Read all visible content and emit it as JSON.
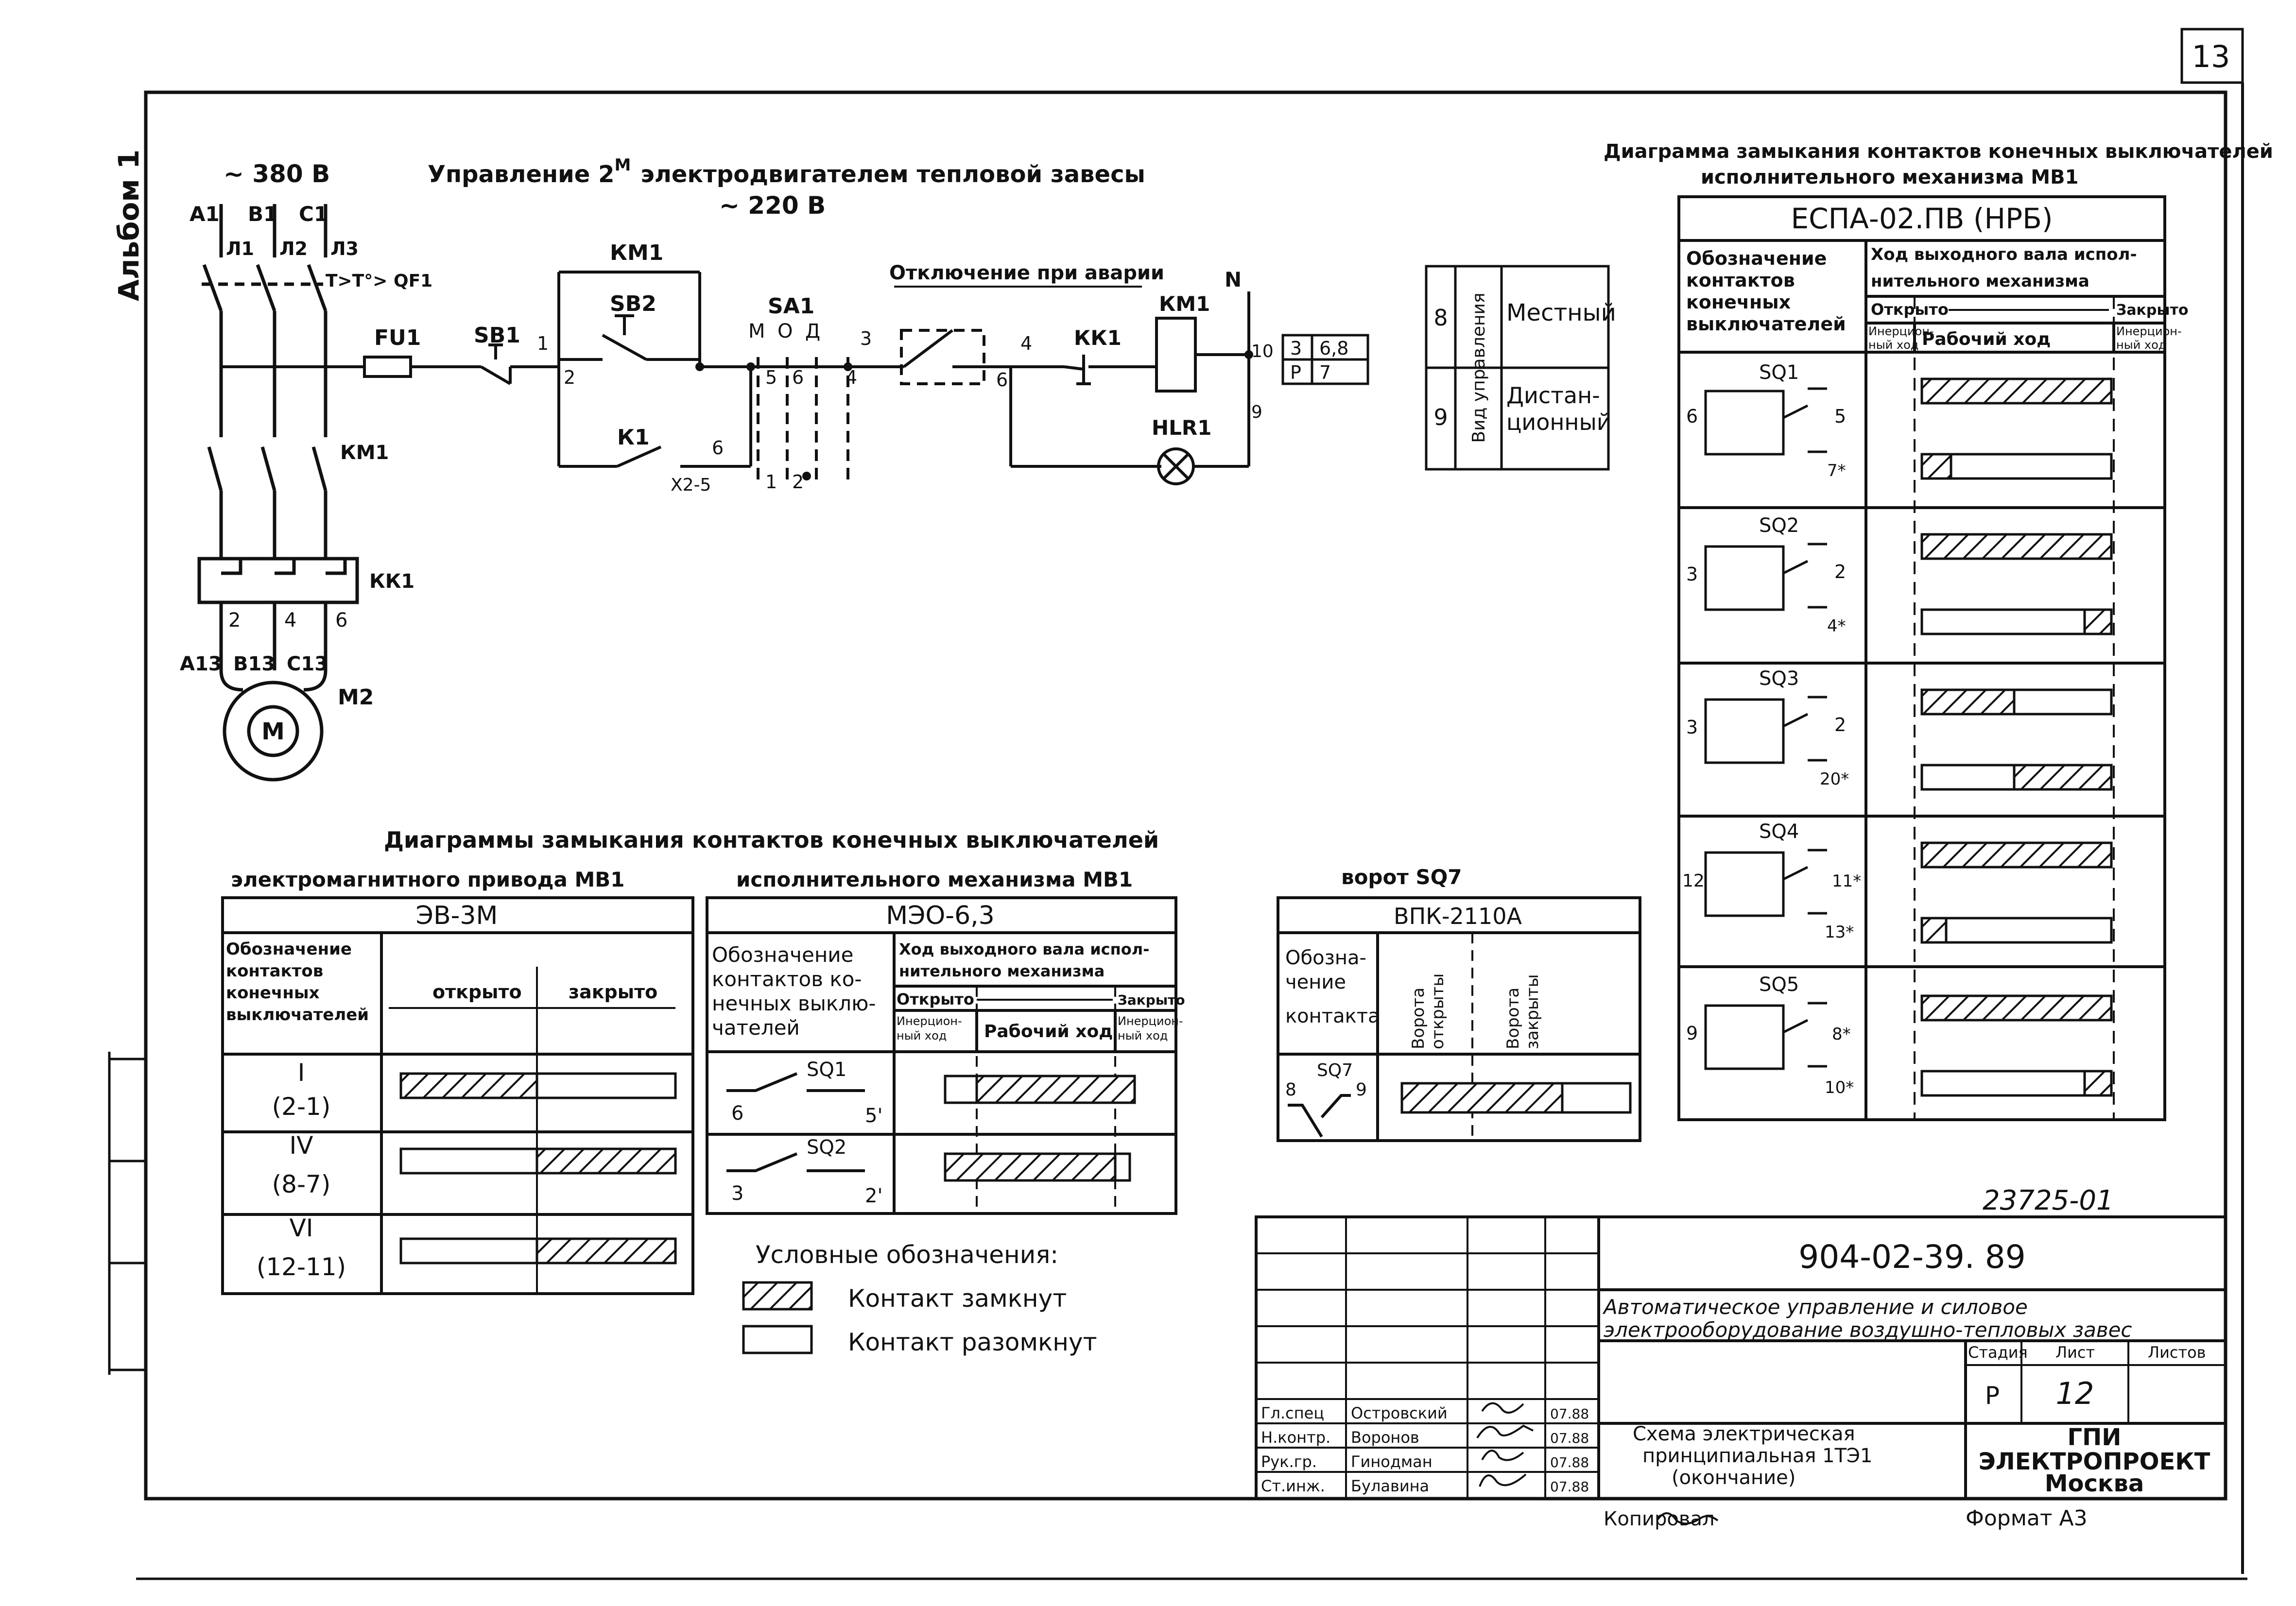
{
  "page_number": "13",
  "album": "Альбом 1",
  "scheme": {
    "voltage_380": "~ 380 В",
    "voltage_220": "~ 220 В",
    "title": "Управление 2",
    "title_sup": "М",
    "title_rest": "электродвигателем тепловой завесы",
    "phases_top": [
      "А1",
      "В1",
      "С1"
    ],
    "phases_l": [
      "Л1",
      "Л2",
      "Л3"
    ],
    "qf_label": "Т>Т°> QF1",
    "fu": "FU1",
    "sb1": "SB1",
    "sb2": "SB2",
    "km1_top": "КМ1",
    "km1_coil": "КМ1",
    "km1_main": "КМ1",
    "k1": "К1",
    "x2": "Х2-5",
    "sa1": "SA1",
    "sa1_pos": "М  О  Д",
    "sa1_terms": [
      "5",
      "6",
      "4"
    ],
    "sa1_bottom": [
      "1",
      "2"
    ],
    "nodes": [
      "1",
      "2",
      "3",
      "4",
      "6",
      "10",
      "9"
    ],
    "node6b": "6",
    "fault_label": "Отключение при аварии",
    "kk1": "КК1",
    "kk1_main": "КК1",
    "kk_terms": [
      "2",
      "4",
      "6"
    ],
    "n_label": "N",
    "hlr1": "HLR1",
    "motor_leads": [
      "А13",
      "В13",
      "С13"
    ],
    "motor": "М",
    "m2": "М2",
    "sa_table": [
      [
        "3",
        "6,8"
      ],
      [
        "Р",
        "7"
      ]
    ],
    "mode_numbers": [
      "8",
      "9"
    ],
    "mode_header": "Вид управления",
    "modes": [
      "Местный",
      "Дистан-\nционный"
    ]
  },
  "diagrams_bottom": {
    "title": "Диаграммы замыкания контактов конечных выключателей",
    "sub1": "электромагнитного привода МВ1",
    "sub2": "исполнительного механизма МВ1",
    "sub3": "ворот SQ7",
    "ev": {
      "model": "ЭВ-3М",
      "header": "Обозначение контактов конечных выключателей",
      "col_open": "открыто",
      "col_closed": "закрыто",
      "rows": [
        {
          "num": "I",
          "pair": "(2-1)",
          "state": "open-closed"
        },
        {
          "num": "IV",
          "pair": "(8-7)",
          "state": "closed-when-closed"
        },
        {
          "num": "VI",
          "pair": "(12-11)",
          "state": "closed-when-closed"
        }
      ]
    },
    "meo": {
      "model": "МЭО-6,3",
      "header": "Обозначение контактов конечных выключателей",
      "travel": "Ход выходного вала исполнительного механизма",
      "open": "Открыто",
      "closed": "Закрыто",
      "inertia": "Инерционный ход",
      "work": "Рабочий ход",
      "rows": [
        {
          "sq": "SQ1",
          "left": "6",
          "right": "5'"
        },
        {
          "sq": "SQ2",
          "left": "3",
          "right": "2'"
        }
      ]
    },
    "vpk": {
      "model": "ВПК-2110А",
      "header": "Обозначение контакта",
      "col1": "Ворота открыты",
      "col2": "Ворота закрыты",
      "sq": "SQ7",
      "left": "8",
      "right": "9"
    }
  },
  "legend": {
    "title": "Условные обозначения:",
    "closed": "Контакт замкнут",
    "open": "Контакт разомкнут"
  },
  "espa": {
    "title": "Диаграмма замыкания контактов конечных выключателей",
    "title2": "исполнительного механизма МВ1",
    "model": "ЕСПА-02.ПВ (НРБ)",
    "header": "Обозначение контактов конечных выключателей",
    "travel": "Ход выходного вала исполнительного механизма",
    "open": "Открыто",
    "closed": "Закрыто",
    "inertia": "Инерционный ход",
    "work": "Рабочий ход",
    "rows": [
      {
        "sq": "SQ1",
        "a": "6",
        "b": "5",
        "c": "7*"
      },
      {
        "sq": "SQ2",
        "a": "3",
        "b": "2",
        "c": "4*"
      },
      {
        "sq": "SQ3",
        "a": "3",
        "b": "2",
        "c": "20*"
      },
      {
        "sq": "SQ4",
        "a": "12",
        "b": "11*",
        "c": "13*"
      },
      {
        "sq": "SQ5",
        "a": "9",
        "b": "8*",
        "c": "10*"
      }
    ]
  },
  "stamp": {
    "inv": "23725-01",
    "code": "904-02-39. 89",
    "project": "Автоматическое управление и силовое электрооборудование воздушно-тепловых завес",
    "stage_h": "Стадия",
    "sheet_h": "Лист",
    "sheets_h": "Листов",
    "stage": "Р",
    "sheet": "12",
    "drawing": "Схема электрическая принципиальная 1ТЭ1 (окончание)",
    "org": "ГПИ ЭЛЕКТРОПРОЕКТ Москва",
    "people": [
      {
        "role": "Гл.спец",
        "name": "Островский",
        "date": "07.88"
      },
      {
        "role": "Н.контр.",
        "name": "Воронов",
        "date": "07.88"
      },
      {
        "role": "Рук.гр.",
        "name": "Гинодман",
        "date": "07.88"
      },
      {
        "role": "Ст.инж.",
        "name": "Булавина",
        "date": "07.88"
      }
    ],
    "copied": "Копировал",
    "format": "Формат А3"
  }
}
